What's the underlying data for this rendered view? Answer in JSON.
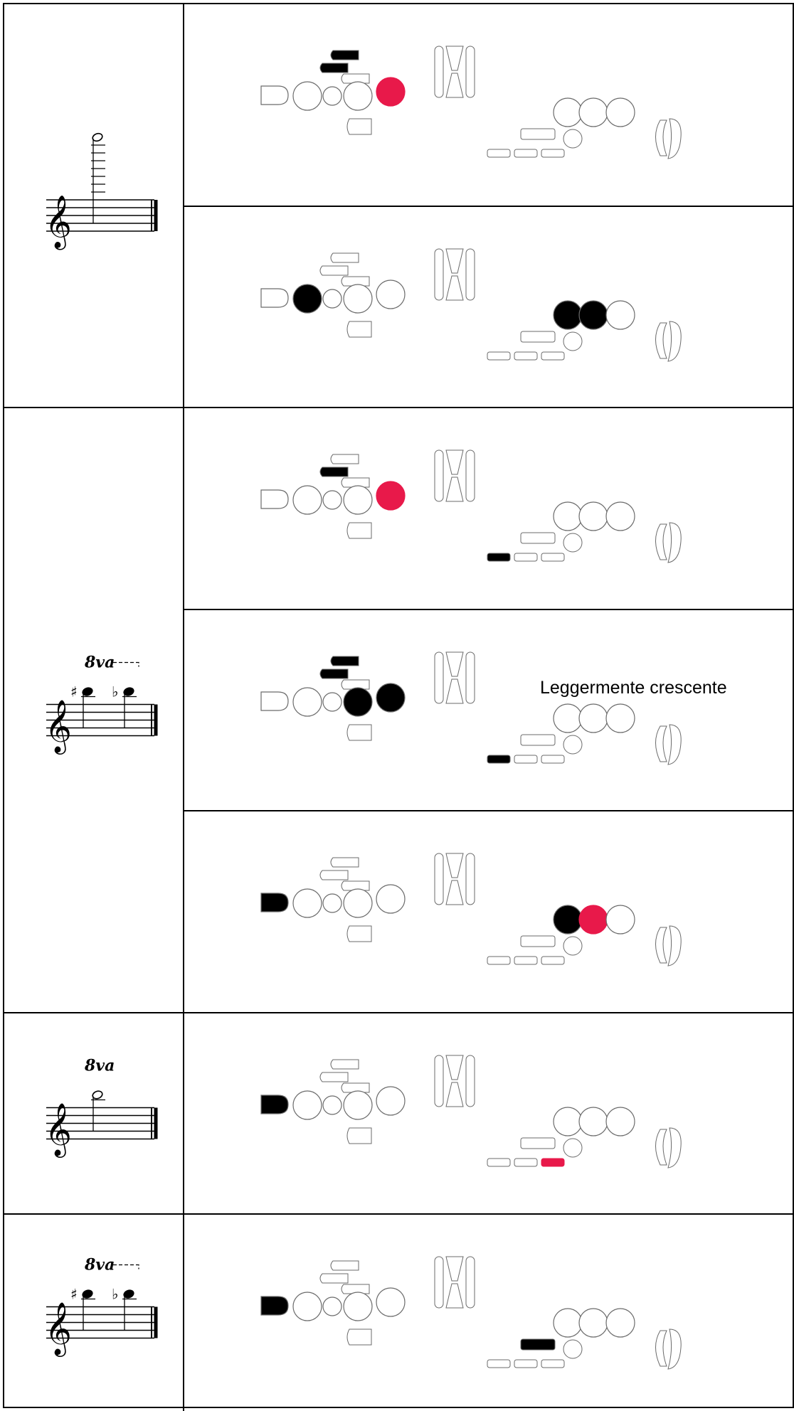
{
  "colors": {
    "open": "#ffffff",
    "closed": "#000000",
    "half": "#e8194a",
    "line": "#6b6b6b"
  },
  "groups": [
    {
      "name": "group-1",
      "notation": {
        "notes": [
          {
            "kind": "high-ledger",
            "accidental": ""
          }
        ],
        "ottava": ""
      },
      "diagrams": [
        {
          "left_bars": [
            "closed",
            "closed",
            "open"
          ],
          "d_key": "open",
          "left_holes": [
            "open",
            "open",
            "open",
            "half"
          ],
          "thumb_key": "open",
          "right_holes": [
            "open",
            "open",
            "open"
          ],
          "small_hole": "open",
          "mid_bar": "open",
          "bottom_bars": [
            "open",
            "open",
            "open"
          ],
          "annotation": ""
        },
        {
          "left_bars": [
            "open",
            "open",
            "open"
          ],
          "d_key": "open",
          "left_holes": [
            "closed",
            "open",
            "open",
            "open"
          ],
          "thumb_key": "open",
          "right_holes": [
            "closed",
            "closed",
            "open"
          ],
          "small_hole": "open",
          "mid_bar": "open",
          "bottom_bars": [
            "open",
            "open",
            "open"
          ],
          "annotation": ""
        }
      ]
    },
    {
      "name": "group-2",
      "notation": {
        "notes": [
          {
            "kind": "sharp",
            "accidental": "♯"
          },
          {
            "kind": "flat",
            "accidental": "♭"
          }
        ],
        "ottava": "8va"
      },
      "diagrams": [
        {
          "left_bars": [
            "open",
            "closed",
            "open"
          ],
          "d_key": "open",
          "left_holes": [
            "open",
            "open",
            "open",
            "half"
          ],
          "thumb_key": "open",
          "right_holes": [
            "open",
            "open",
            "open"
          ],
          "small_hole": "open",
          "mid_bar": "open",
          "bottom_bars": [
            "closed",
            "open",
            "open"
          ],
          "annotation": ""
        },
        {
          "left_bars": [
            "closed",
            "closed",
            "open"
          ],
          "d_key": "open",
          "left_holes": [
            "open",
            "open",
            "closed",
            "closed"
          ],
          "thumb_key": "open",
          "right_holes": [
            "open",
            "open",
            "open"
          ],
          "small_hole": "open",
          "mid_bar": "open",
          "bottom_bars": [
            "closed",
            "open",
            "open"
          ],
          "annotation": "Leggermente crescente"
        },
        {
          "left_bars": [
            "open",
            "open",
            "open"
          ],
          "d_key": "closed",
          "left_holes": [
            "open",
            "open",
            "open",
            "open"
          ],
          "thumb_key": "open",
          "right_holes": [
            "closed",
            "half",
            "open"
          ],
          "small_hole": "open",
          "mid_bar": "open",
          "bottom_bars": [
            "open",
            "open",
            "open"
          ],
          "annotation": ""
        }
      ]
    },
    {
      "name": "group-3",
      "notation": {
        "notes": [
          {
            "kind": "high",
            "accidental": ""
          }
        ],
        "ottava": "8va"
      },
      "diagrams": [
        {
          "left_bars": [
            "open",
            "open",
            "open"
          ],
          "d_key": "closed",
          "left_holes": [
            "open",
            "open",
            "open",
            "open"
          ],
          "thumb_key": "open",
          "right_holes": [
            "open",
            "open",
            "open"
          ],
          "small_hole": "open",
          "mid_bar": "open",
          "bottom_bars": [
            "open",
            "open",
            "half"
          ],
          "annotation": ""
        }
      ]
    },
    {
      "name": "group-4",
      "notation": {
        "notes": [
          {
            "kind": "sharp",
            "accidental": "♯"
          },
          {
            "kind": "flat",
            "accidental": "♭"
          }
        ],
        "ottava": "8va"
      },
      "diagrams": [
        {
          "left_bars": [
            "open",
            "open",
            "open"
          ],
          "d_key": "closed",
          "left_holes": [
            "open",
            "open",
            "open",
            "open"
          ],
          "thumb_key": "open",
          "right_holes": [
            "open",
            "open",
            "open"
          ],
          "small_hole": "open",
          "mid_bar": "closed",
          "bottom_bars": [
            "open",
            "open",
            "open"
          ],
          "annotation": ""
        }
      ]
    }
  ]
}
